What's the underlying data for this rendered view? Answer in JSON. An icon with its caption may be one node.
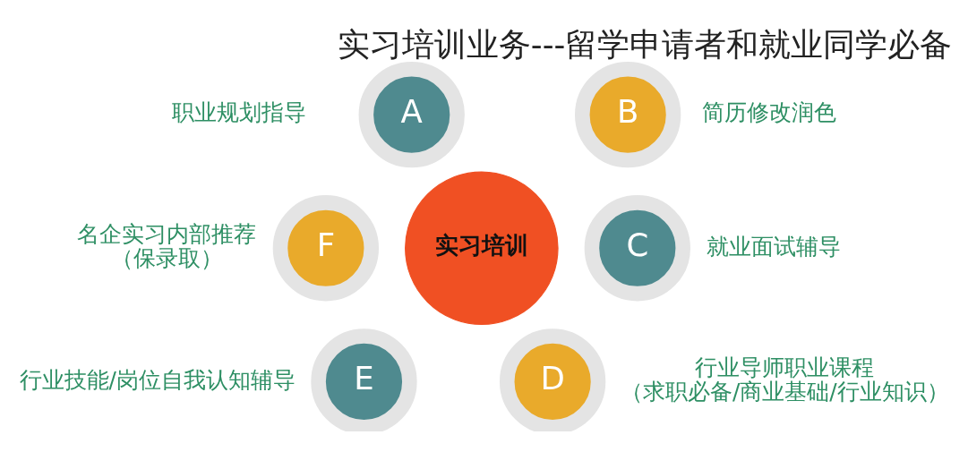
{
  "diagram": {
    "title": "实习培训业务---留学申请者和就业同学必备",
    "nodes": [
      {
        "text": [
          "实习培训"
        ]
      },
      {
        "text": [
          "A"
        ],
        "beside": [
          "职业规划指导"
        ]
      },
      {
        "text": [
          "B"
        ],
        "beside": [
          "简历修改润色"
        ]
      },
      {
        "text": [
          "C"
        ],
        "beside": [
          "就业面试辅导"
        ]
      },
      {
        "text": [
          "D"
        ],
        "beside": [
          "行业导师职业课程",
          "（求职必备/商业基础/行业知识）"
        ]
      },
      {
        "text": [
          "E"
        ],
        "beside": [
          "行业技能/岗位自我认知辅导"
        ]
      },
      {
        "text": [
          "F"
        ],
        "beside": [
          "名企实习内部推荐",
          "（保录取）"
        ]
      }
    ]
  }
}
